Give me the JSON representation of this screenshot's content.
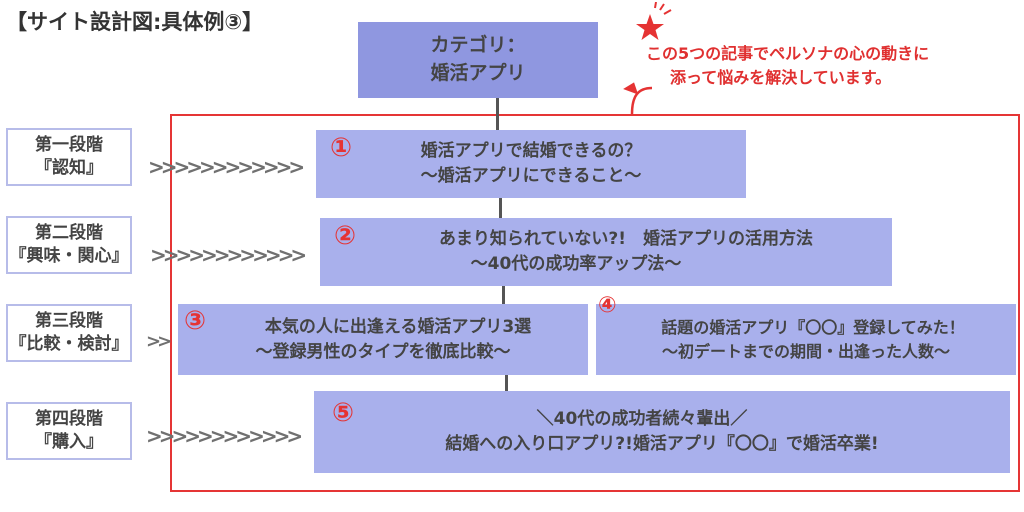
{
  "title": "【サイト設計図:具体例③】",
  "category": {
    "line1": "カテゴリ：",
    "line2": "婚活アプリ"
  },
  "note": {
    "line1": "この5つの記事でペルソナの心の動きに",
    "line2": "添って悩みを解決しています。"
  },
  "stages": [
    {
      "line1": "第一段階",
      "line2": "『認知』"
    },
    {
      "line1": "第二段階",
      "line2": "『興味・関心』"
    },
    {
      "line1": "第三段階",
      "line2": "『比較・検討』"
    },
    {
      "line1": "第四段階",
      "line2": "『購入』"
    }
  ],
  "articles": [
    {
      "num": "①",
      "line1": "婚活アプリで結婚できるの？",
      "line2": "〜婚活アプリにできること〜"
    },
    {
      "num": "②",
      "line1": "あまり知られていない?!　婚活アプリの活用方法",
      "line2": "〜40代の成功率アップ法〜"
    },
    {
      "num": "③",
      "line1": "本気の人に出逢える婚活アプリ3選",
      "line2": "〜登録男性のタイプを徹底比較〜"
    },
    {
      "num": "④",
      "line1": "話題の婚活アプリ『〇〇』登録してみた！",
      "line2": "〜初デートまでの期間・出逢った人数〜"
    },
    {
      "num": "⑤",
      "line1": "＼40代の成功者続々輩出／",
      "line2": "結婚への入り口アプリ?!婚活アプリ『〇〇』で婚活卒業!"
    }
  ],
  "arrow_glyphs": ">>>>>>>>>>>>",
  "colors": {
    "accent_red": "#e53333",
    "box_fill": "#a9b0ec",
    "top_box_fill": "#8f97e0"
  }
}
